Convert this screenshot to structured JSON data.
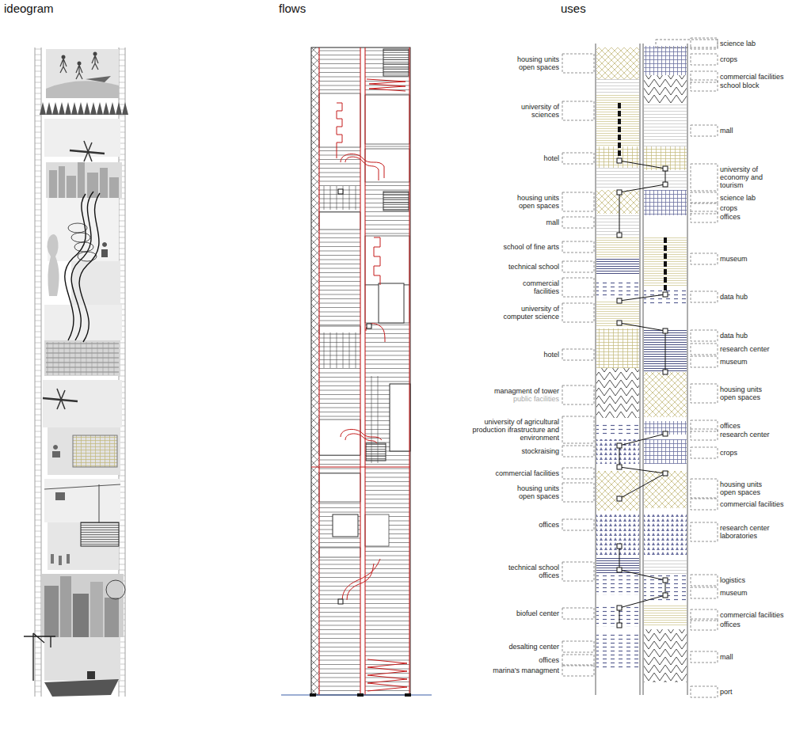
{
  "diagram": {
    "nodes": [
      {
        "text": [
          "housing units open spaces"
        ]
      },
      {
        "text": [
          "university of sciences"
        ]
      },
      {
        "text": [
          "hotel"
        ]
      },
      {
        "text": [
          "housing units open spaces"
        ]
      },
      {
        "text": [
          "mall"
        ]
      },
      {
        "text": [
          "school of fine arts"
        ]
      },
      {
        "text": [
          "technical school"
        ]
      },
      {
        "text": [
          "commercial facilities"
        ]
      },
      {
        "text": [
          "university of computer science"
        ]
      },
      {
        "text": [
          "hotel"
        ]
      },
      {
        "text": [
          "managment of tower",
          "public facilities"
        ]
      },
      {
        "text": [
          "university of agricultural production ifrastructure and environment"
        ]
      },
      {
        "text": [
          "stockraising"
        ]
      },
      {
        "text": [
          "commercial facilities"
        ]
      },
      {
        "text": [
          "housing units open spaces"
        ]
      },
      {
        "text": [
          "offices"
        ]
      },
      {
        "text": [
          "technical school offices"
        ]
      },
      {
        "text": [
          "biofuel center"
        ]
      },
      {
        "text": [
          "desalting center"
        ]
      },
      {
        "text": [
          "offices"
        ]
      },
      {
        "text": [
          "marina's managment"
        ]
      },
      {
        "text": [
          "science lab"
        ]
      },
      {
        "text": [
          "crops"
        ]
      },
      {
        "text": [
          "commercial facilities"
        ]
      },
      {
        "text": [
          "school block"
        ]
      },
      {
        "text": [
          "mall"
        ]
      },
      {
        "text": [
          "university of economy and tourism"
        ]
      },
      {
        "text": [
          "science lab"
        ]
      },
      {
        "text": [
          "crops"
        ]
      },
      {
        "text": [
          "offices"
        ]
      },
      {
        "text": [
          "museum"
        ]
      },
      {
        "text": [
          "data hub"
        ]
      },
      {
        "text": [
          "data hub"
        ]
      },
      {
        "text": [
          "research center"
        ]
      },
      {
        "text": [
          "museum"
        ]
      },
      {
        "text": [
          "housing units open spaces"
        ]
      },
      {
        "text": [
          "offices"
        ]
      },
      {
        "text": [
          "research center"
        ]
      },
      {
        "text": [
          "crops"
        ]
      },
      {
        "text": [
          "housing units open spaces"
        ]
      },
      {
        "text": [
          "commercial facilities"
        ]
      },
      {
        "text": [
          "research center laboratories"
        ]
      },
      {
        "text": [
          "logistics"
        ]
      },
      {
        "text": [
          "museum"
        ]
      },
      {
        "text": [
          "commercial facilities"
        ]
      },
      {
        "text": [
          "offices"
        ]
      },
      {
        "text": [
          "mall"
        ]
      },
      {
        "text": [
          "port"
        ]
      }
    ],
    "labels": [
      "ideogram",
      "flows",
      "uses"
    ]
  }
}
